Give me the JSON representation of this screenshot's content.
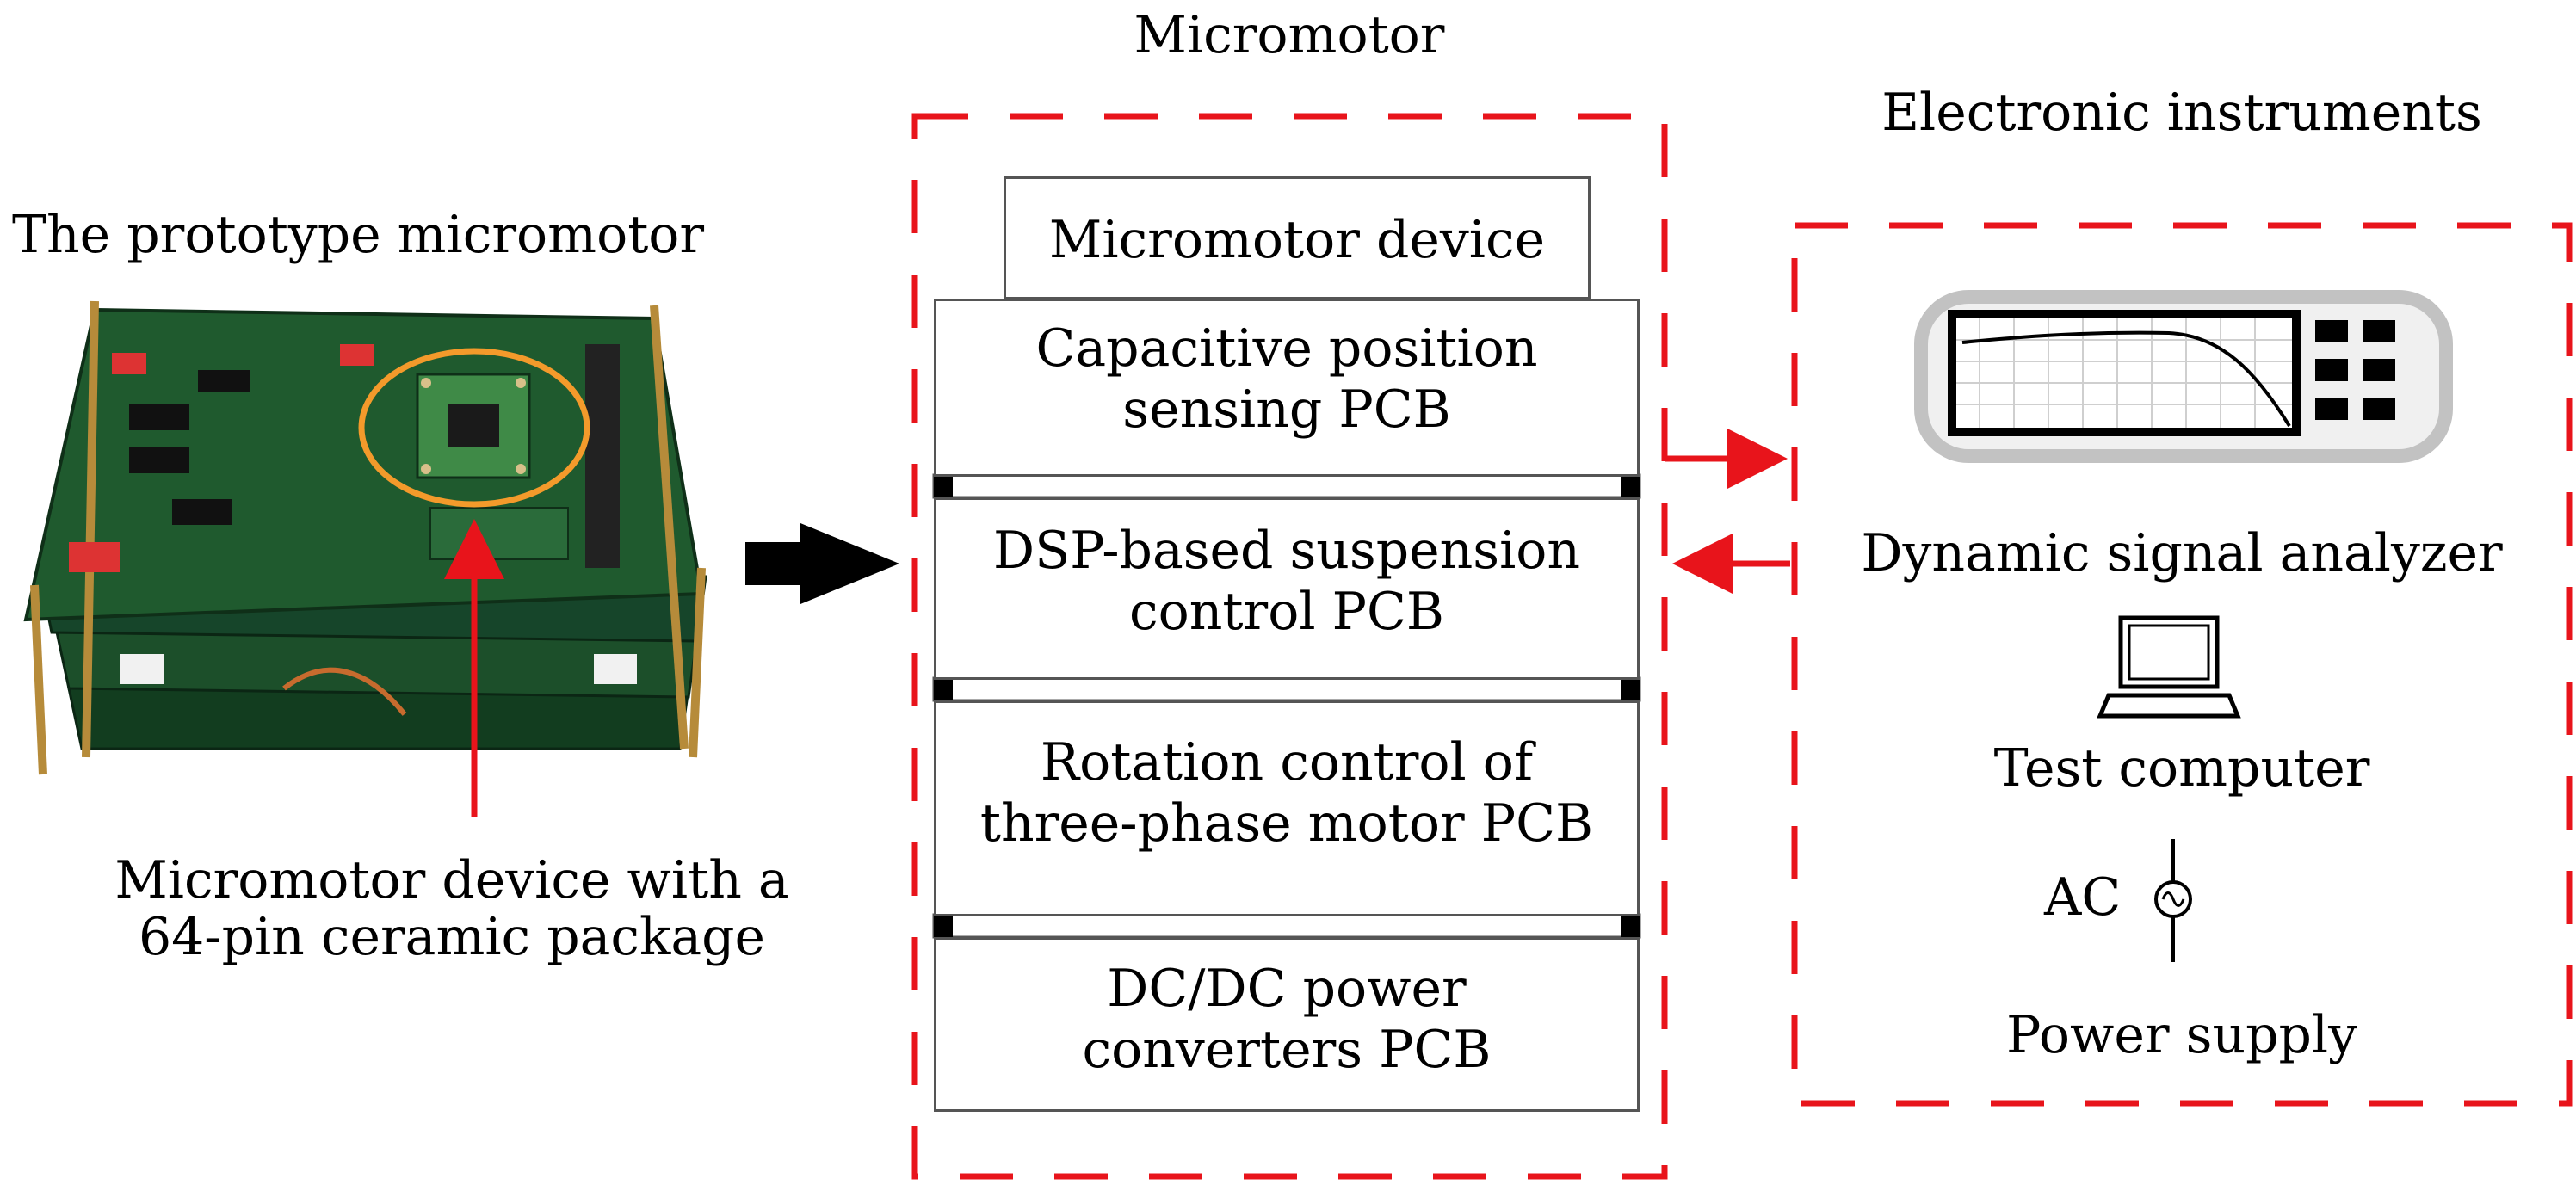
{
  "title_micromotor": "Micromotor",
  "title_electronic": "Electronic instruments",
  "prototype_label": "The prototype micromotor",
  "device_caption_line1": "Micromotor device with a",
  "device_caption_line2": "64-pin ceramic package",
  "stack": {
    "device": "Micromotor device",
    "sensing_line1": "Capacitive position",
    "sensing_line2": "sensing PCB",
    "dsp_line1": "DSP-based suspension",
    "dsp_line2": "control PCB",
    "rotation_line1": "Rotation  control  of",
    "rotation_line2": "three-phase motor PCB",
    "dcdc_line1": "DC/DC power",
    "dcdc_line2": "converters  PCB"
  },
  "instruments": {
    "analyzer": "Dynamic signal analyzer",
    "computer": "Test computer",
    "ac": "AC",
    "power": "Power supply"
  },
  "colors": {
    "dashed_border": "#e8141b",
    "highlight_ring": "#f39a2b",
    "pcb_green": "#1f5a2e"
  }
}
